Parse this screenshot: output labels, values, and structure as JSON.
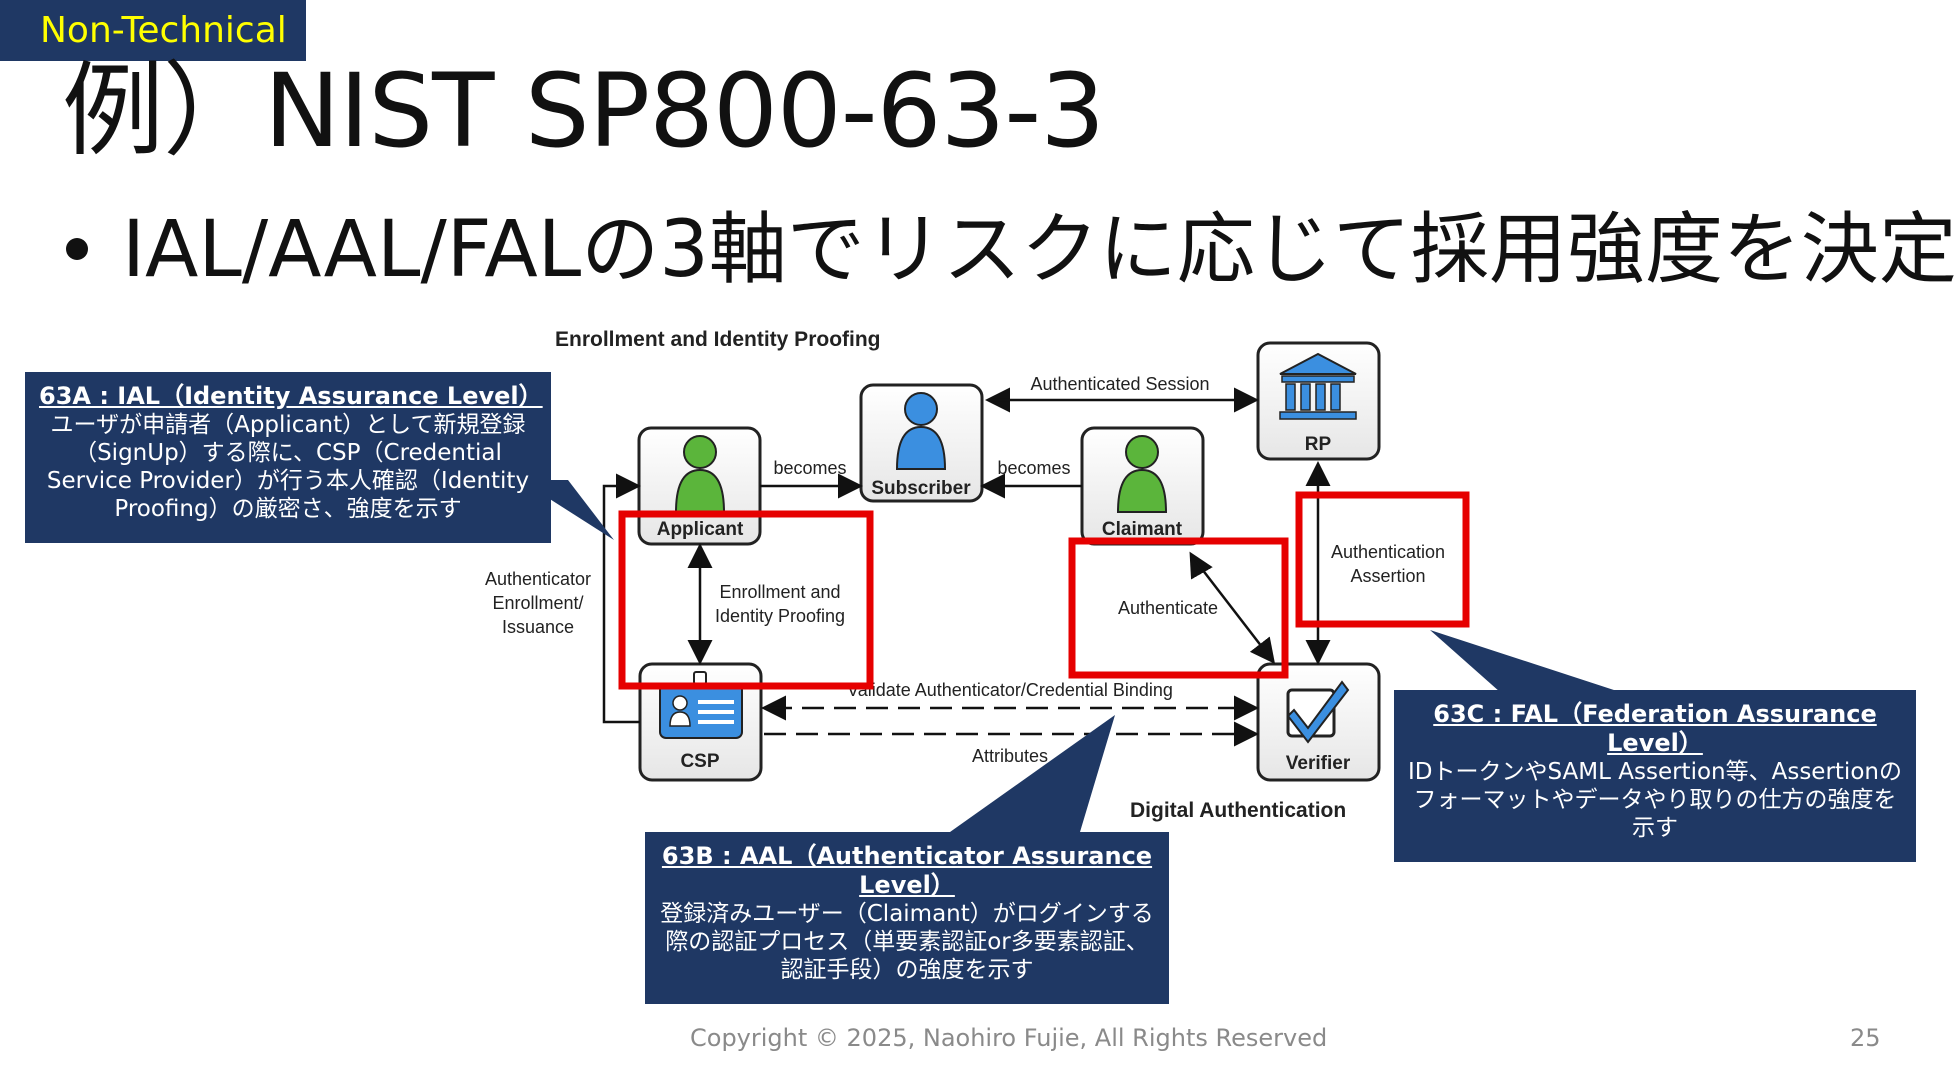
{
  "tag": "Non-Technical",
  "title": "例）NIST SP800-63-3",
  "bullet": "IAL/AAL/FALの3軸でリスクに応じて採用強度を決定",
  "diagram": {
    "section_top": "Enrollment and Identity Proofing",
    "section_bottom": "Digital Authentication",
    "nodes": {
      "applicant": "Applicant",
      "subscriber": "Subscriber",
      "claimant": "Claimant",
      "rp": "RP",
      "csp": "CSP",
      "verifier": "Verifier"
    },
    "edges": {
      "becomes_1": "becomes",
      "becomes_2": "becomes",
      "authenticated_session": "Authenticated Session",
      "enrollment_line1": "Enrollment and",
      "enrollment_line2": "Identity Proofing",
      "auth_enroll_line1": "Authenticator",
      "auth_enroll_line2": "Enrollment/",
      "auth_enroll_line3": "Issuance",
      "authenticate": "Authenticate",
      "assertion_line1": "Authentication",
      "assertion_line2": "Assertion",
      "validate": "Validate Authenticator/Credential Binding",
      "attributes": "Attributes"
    },
    "colors": {
      "highlight": "#e60000",
      "person_green": "#5bb53b",
      "person_blue": "#3b8fe0"
    }
  },
  "callouts": {
    "ial": {
      "title": "63A : IAL（Identity Assurance Level）",
      "body": "ユーザが申請者（Applicant）として新規登録（SignUp）する際に、CSP（Credential Service Provider）が行う本人確認（Identity Proofing）の厳密さ、強度を示す"
    },
    "aal": {
      "title": "63B : AAL（Authenticator Assurance Level）",
      "body": "登録済みユーザー（Claimant）がログインする際の認証プロセス（単要素認証or多要素認証、認証手段）の強度を示す"
    },
    "fal": {
      "title": "63C : FAL（Federation Assurance Level）",
      "body": "IDトークンやSAML Assertion等、Assertionのフォーマットやデータやり取りの仕方の強度を示す"
    }
  },
  "footer": "Copyright © 2025, Naohiro Fujie, All Rights Reserved",
  "page_number": "25"
}
